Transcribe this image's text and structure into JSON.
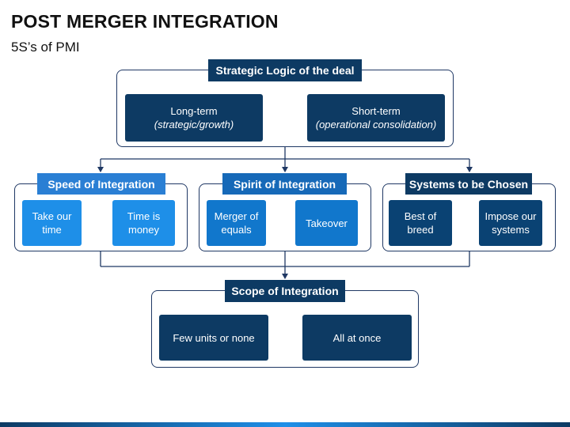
{
  "page": {
    "title": "POST MERGER INTEGRATION",
    "subtitle": "5S’s of PMI"
  },
  "strategic": {
    "header": "Strategic Logic of the deal",
    "left_line1": "Long-term",
    "left_line2": "(strategic/growth)",
    "right_line1": "Short-term",
    "right_line2": "(operational consolidation)"
  },
  "speed": {
    "header": "Speed of Integration",
    "left_line1": "Take our",
    "left_line2": "time",
    "right_line1": "Time is",
    "right_line2": "money"
  },
  "spirit": {
    "header": "Spirit of Integration",
    "left_line1": "Merger of",
    "left_line2": "equals",
    "right": "Takeover"
  },
  "systems": {
    "header": "Systems to be Chosen",
    "left_line1": "Best of",
    "left_line2": "breed",
    "right_line1": "Impose our",
    "right_line2": "systems"
  },
  "scope": {
    "header": "Scope of Integration",
    "left": "Few units or none",
    "right": "All at once"
  },
  "colors": {
    "navy": "#0d3a63",
    "blue": "#1e8fe8",
    "frame": "#1f3864"
  }
}
